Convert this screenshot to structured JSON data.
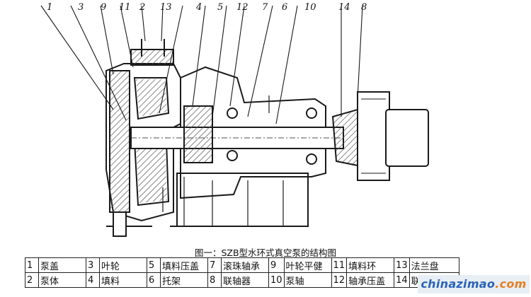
{
  "callouts": [
    "1",
    "3",
    "9",
    "11",
    "2",
    "13",
    "4",
    "5",
    "12",
    "7",
    "6",
    "10",
    "14",
    "8"
  ],
  "caption": "图一：SZB型水环式真空泵的结构图",
  "parts": [
    {
      "no": "1",
      "name": "泵盖"
    },
    {
      "no": "2",
      "name": "泵体"
    },
    {
      "no": "3",
      "name": "叶轮"
    },
    {
      "no": "4",
      "name": "填料"
    },
    {
      "no": "5",
      "name": "填料压盖"
    },
    {
      "no": "6",
      "name": "托架"
    },
    {
      "no": "7",
      "name": "滚珠轴承"
    },
    {
      "no": "8",
      "name": "联轴器"
    },
    {
      "no": "9",
      "name": "叶轮平健"
    },
    {
      "no": "10",
      "name": "泵轴"
    },
    {
      "no": "11",
      "name": "填料环"
    },
    {
      "no": "12",
      "name": "轴承压盖"
    },
    {
      "no": "13",
      "name": "法兰盘"
    },
    {
      "no": "14",
      "name": "联轴器平键"
    }
  ],
  "watermark": {
    "brand": "chinazimao",
    "tld": ".com"
  },
  "colors": {
    "ink": "#1a1a1a",
    "hatch": "#555555",
    "watermark_blue": "#2a63b8",
    "watermark_orange": "#e67e22"
  }
}
